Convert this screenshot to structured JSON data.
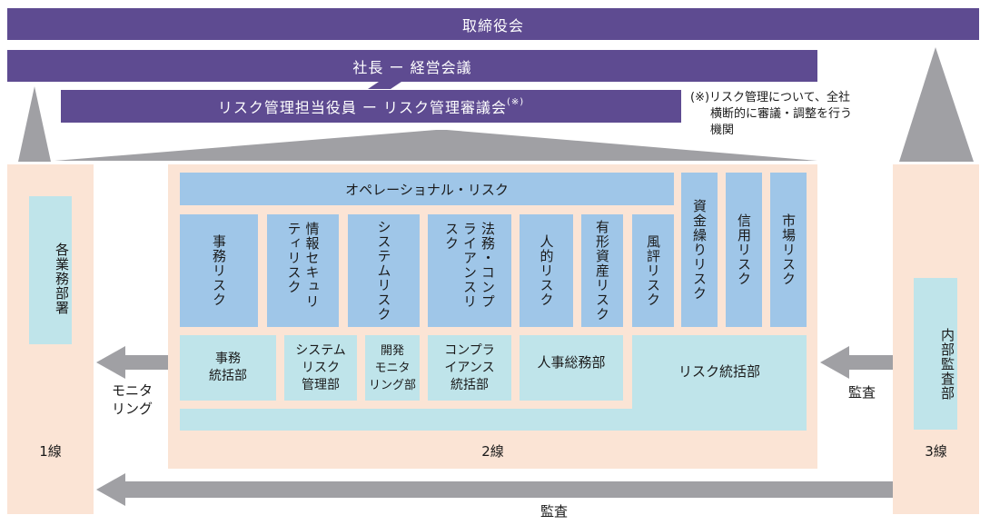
{
  "top": {
    "board": "取締役会",
    "president": "社長 ー 経営会議",
    "risk_officer": "リスク管理担当役員 ー リスク管理審議会",
    "risk_officer_mark": "(※)"
  },
  "note": {
    "line1": "(※)リスク管理について、全社",
    "line2": "横断的に審議・調整を行う",
    "line3": "機関"
  },
  "line1": {
    "dept": "各業務部署",
    "label": "1線"
  },
  "line2": {
    "label": "2線",
    "operational_risk": "オペレーショナル・リスク",
    "risks": [
      {
        "text": "事務リスク"
      },
      {
        "text": "情報セキュリティリスク"
      },
      {
        "text": "システムリスク"
      },
      {
        "text": "法務・コンプライアンスリスク"
      },
      {
        "text": "人的リスク"
      },
      {
        "text": "有形資産リスク"
      },
      {
        "text": "風評リスク"
      },
      {
        "text": "資金繰りリスク"
      },
      {
        "text": "信用リスク"
      },
      {
        "text": "市場リスク"
      }
    ],
    "depts": [
      {
        "text": "事務\n統括部"
      },
      {
        "text": "システム\nリスク\n管理部"
      },
      {
        "text": "開発\nモニタ\nリング部"
      },
      {
        "text": "コンプラ\nイアンス\n統括部"
      },
      {
        "text": "人事総務部"
      },
      {
        "text": "リスク統括部"
      }
    ]
  },
  "line3": {
    "dept": "内部監査部",
    "label": "3線"
  },
  "arrows": {
    "monitoring": "モニタ\nリング",
    "audit_right": "監査",
    "audit_bottom": "監査"
  },
  "colors": {
    "purple": "#5e4b91",
    "peach": "#fbe4d5",
    "blue": "#9fc6e8",
    "cyan": "#bfe4ea",
    "gray": "#a0a0a4"
  }
}
